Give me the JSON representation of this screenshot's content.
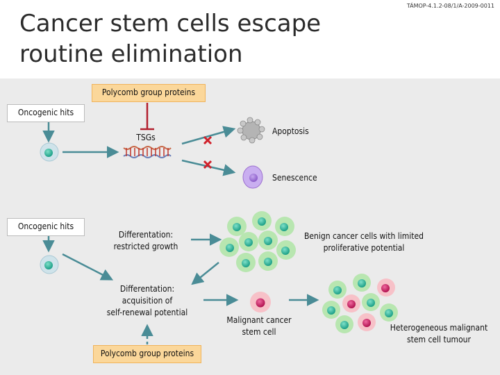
{
  "slide": {
    "title": "Cancer stem cells escape routine elimination",
    "code": "TÁMOP-4.1.2-08/1/A-2009-0011"
  },
  "labels": {
    "pcg_top": "Polycomb group proteins",
    "oncogenic_1": "Oncogenic hits",
    "tsgs": "TSGs",
    "apoptosis": "Apoptosis",
    "senescence": "Senescence",
    "oncogenic_2": "Oncogenic hits",
    "diff_restricted_l1": "Differentation:",
    "diff_restricted_l2": "restricted growth",
    "benign_l1": "Benign cancer cells with limited",
    "benign_l2": "proliferative potential",
    "diff_acq_l1": "Differentation:",
    "diff_acq_l2": "acquisition of",
    "diff_acq_l3": "self-renewal potential",
    "malignant_l1": "Malignant cancer",
    "malignant_l2": "stem cell",
    "hetero_l1": "Heterogeneous malignant",
    "hetero_l2": "stem cell tumour",
    "pcg_bottom": "Polycomb group proteins"
  },
  "colors": {
    "arrow": "#4a8c96",
    "inhibit": "#b21f2d",
    "cross": "#d0202a",
    "box_fill": "#fbd79a",
    "cell_teal": "#2fb89a",
    "cell_green_halo": "#b8e6b0",
    "cell_pink_halo": "#f7c1c8",
    "cell_magenta": "#d01e6e",
    "cell_blue_halo": "#cfe3ea",
    "cell_purple": "#9b6fcf"
  }
}
